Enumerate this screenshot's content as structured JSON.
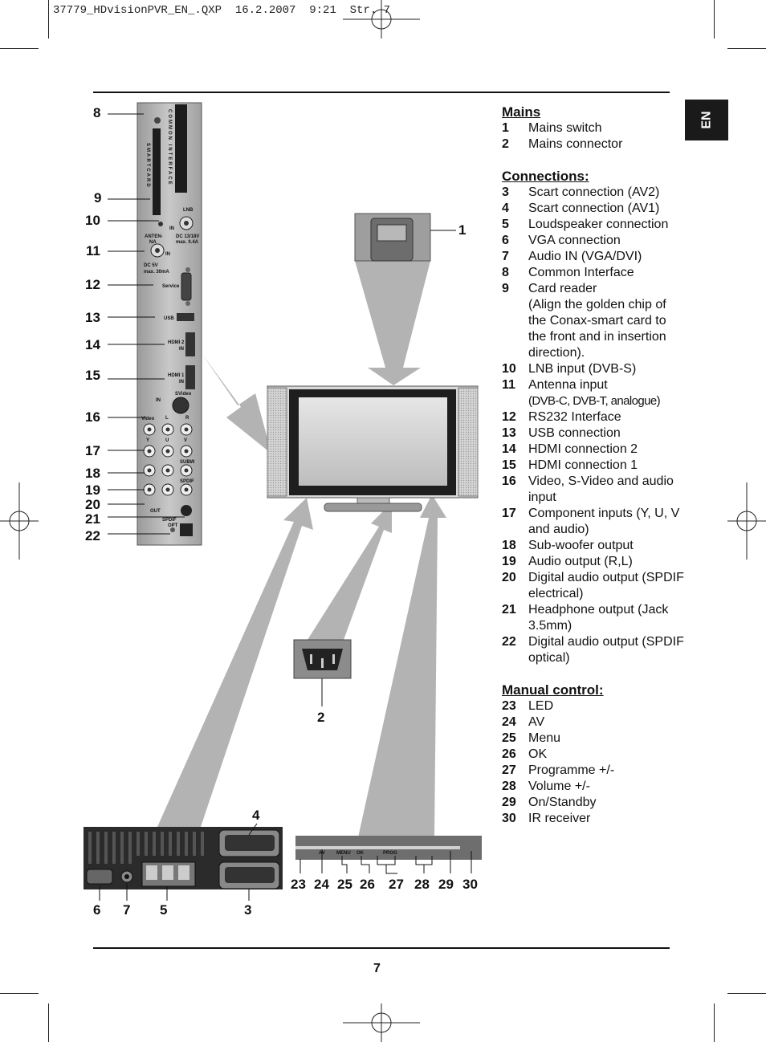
{
  "header": {
    "slug": "37779_HDvisionPVR_EN_.QXP  16.2.2007  9:21  Str. 7"
  },
  "lang_tab": "EN",
  "page_number": "7",
  "legend": [
    {
      "heading": "Mains",
      "items": [
        {
          "n": "1",
          "text": "Mains switch"
        },
        {
          "n": "2",
          "text": "Mains connector"
        }
      ]
    },
    {
      "heading": "Connections:",
      "items": [
        {
          "n": "3",
          "text": "Scart connection (AV2)"
        },
        {
          "n": "4",
          "text": "Scart connection (AV1)"
        },
        {
          "n": "5",
          "text": "Loudspeaker connection"
        },
        {
          "n": "6",
          "text": "VGA connection"
        },
        {
          "n": "7",
          "text": "Audio IN (VGA/DVI)"
        },
        {
          "n": "8",
          "text": "Common Interface"
        },
        {
          "n": "9",
          "text": "Card reader",
          "extra": "(Align the golden chip of the Conax-smart card to the front and in insertion direction)."
        },
        {
          "n": "10",
          "text": "LNB input (DVB-S)"
        },
        {
          "n": "11",
          "text": "Antenna input",
          "extra_narrow": "(DVB-C, DVB-T, analogue)"
        },
        {
          "n": "12",
          "text": "RS232 Interface"
        },
        {
          "n": "13",
          "text": "USB connection"
        },
        {
          "n": "14",
          "text": "HDMI connection 2"
        },
        {
          "n": "15",
          "text": "HDMI connection 1"
        },
        {
          "n": "16",
          "text": "Video, S-Video and audio input"
        },
        {
          "n": "17",
          "text": "Component inputs (Y, U, V and audio)"
        },
        {
          "n": "18",
          "text": "Sub-woofer output"
        },
        {
          "n": "19",
          "text": "Audio output (R,L)"
        },
        {
          "n": "20",
          "text": "Digital audio output (SPDIF electrical)"
        },
        {
          "n": "21",
          "text": "Headphone output (Jack 3.5mm)"
        },
        {
          "n": "22",
          "text": "Digital audio output (SPDIF optical)"
        }
      ]
    },
    {
      "heading": "Manual control:",
      "items": [
        {
          "n": "23",
          "text": "LED"
        },
        {
          "n": "24",
          "text": "AV"
        },
        {
          "n": "25",
          "text": "Menu"
        },
        {
          "n": "26",
          "text": "OK"
        },
        {
          "n": "27",
          "text": "Programme +/-"
        },
        {
          "n": "28",
          "text": "Volume +/-"
        },
        {
          "n": "29",
          "text": "On/Standby"
        },
        {
          "n": "30",
          "text": "IR receiver"
        }
      ]
    }
  ],
  "callouts": [
    "1",
    "2",
    "3",
    "4",
    "5",
    "6",
    "7",
    "8",
    "9",
    "10",
    "11",
    "12",
    "13",
    "14",
    "15",
    "16",
    "17",
    "18",
    "19",
    "20",
    "21",
    "22",
    "23",
    "24",
    "25",
    "26",
    "27",
    "28",
    "29",
    "30"
  ],
  "panel_labels": {
    "common_interface": "COMMON INTERFACE",
    "smartcard": "SMARTCARD",
    "lnb": "LNB",
    "lnb_in": "IN",
    "lnb_dc": "DC 13/18V",
    "lnb_max": "max. 0.4A",
    "antenna": "ANTEN-",
    "antenna2": "NA",
    "antenna_in": "IN",
    "antenna_dc": "DC 5V",
    "antenna_max": "max. 30mA",
    "service": "Service",
    "usb": "USB",
    "hdmi2": "HDMI 2",
    "hdmi2_in": "IN",
    "hdmi1": "HDMI 1",
    "hdmi1_in": "IN",
    "svideo": "SVideo",
    "in": "IN",
    "video": "Video",
    "l": "L",
    "r": "R",
    "y": "Y",
    "u": "U",
    "v": "V",
    "subw": "SUBW",
    "spdif": "SPDIF",
    "out": "OUT",
    "spdif2": "SPDIF",
    "opt": "OPT"
  },
  "front_panel_labels": [
    "AV",
    "MENU",
    "OK",
    "PROG"
  ]
}
